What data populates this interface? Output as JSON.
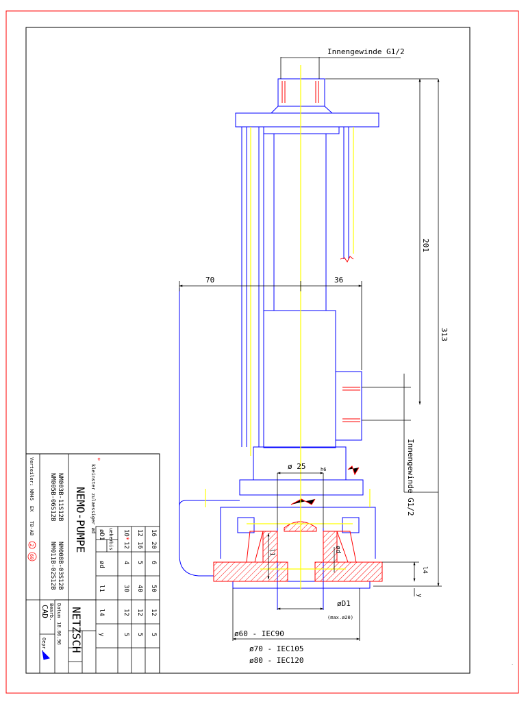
{
  "drawing": {
    "callouts": {
      "thread_top": "Innengewinde G1/2",
      "thread_side": "Innengewinde G1/2"
    },
    "dimensions": {
      "d70": "70",
      "d36": "36",
      "d201": "201",
      "d313": "313",
      "shaft": "ø 25",
      "shaft_tol": "h6",
      "l1": "l1",
      "l4": "l4",
      "y": "y",
      "od": "ød",
      "od1": "øD1",
      "od1_max": "(max.ø20)",
      "iec90": "ø60 - IEC90",
      "iec105": "ø70 - IEC105",
      "iec120": "ø80 - IEC120"
    }
  },
  "titleblock": {
    "product": "NEMO-PUMPE",
    "models_left": [
      "NM003B-11S12B",
      "NM005B-06S12B"
    ],
    "models_right": [
      "NM008B-03S12B",
      "NM011B-02S12B"
    ],
    "footnote_mark": "*",
    "footnote": "kleinster zulaessiger ød",
    "distributor": "Verteiler: NM45",
    "ex": "EX",
    "tb": "TB-AB",
    "circle_a": "2",
    "circle_b": "60",
    "brand": "NETZSCH",
    "cad": "CAD",
    "labels": {
      "datum": "Datum",
      "bearb": "Bearb.",
      "gepr": "Gepr."
    },
    "date": "18.06.96",
    "table": {
      "header_d1": "øD1",
      "header_ueber": "ueber",
      "header_bis": "bis",
      "header_od": "ød",
      "header_l1": "l1",
      "header_l4": "l4",
      "header_y": "y",
      "rows": [
        {
          "ueber": "10",
          "mark": "*",
          "bis": "12",
          "od": "4",
          "l1": "30",
          "l4": "12",
          "y": "5"
        },
        {
          "ueber": "12",
          "mark": "",
          "bis": "16",
          "od": "5",
          "l1": "40",
          "l4": "12",
          "y": "5"
        },
        {
          "ueber": "16",
          "mark": "",
          "bis": "20",
          "od": "6",
          "l1": "50",
          "l4": "12",
          "y": "5"
        }
      ]
    }
  },
  "colors": {
    "frame": "#ff0000",
    "outline": "#0000ff",
    "axis": "#ffff00",
    "thread": "#ff0000",
    "ink": "#000000"
  }
}
